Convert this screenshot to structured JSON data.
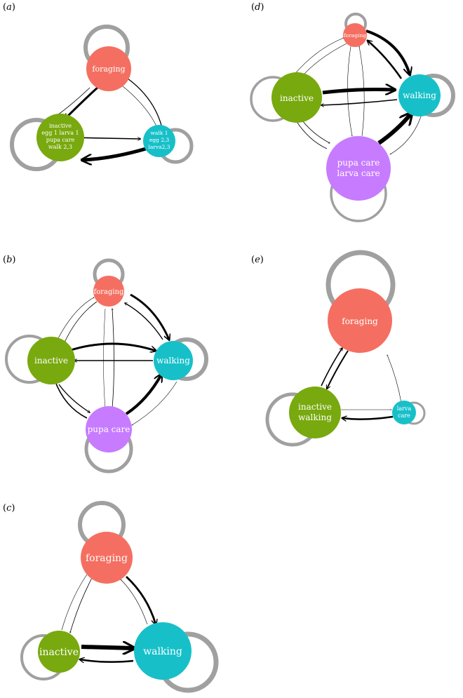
{
  "colors": {
    "foraging": "#f46f61",
    "inactive": "#78a90e",
    "walking": "#17c0c9",
    "care": "#c77bff",
    "loop": "#a0a0a0",
    "edge": "#000000"
  },
  "panels": [
    {
      "label": "a",
      "nodes": [
        {
          "id": "foraging",
          "lines": [
            "foraging"
          ]
        },
        {
          "id": "inactive",
          "lines": [
            "inactive",
            "egg 1 larva 1",
            "pupa care",
            "walk 2,3"
          ]
        },
        {
          "id": "walking",
          "lines": [
            "walk 1",
            "egg 2,3",
            "larva2,3"
          ]
        }
      ]
    },
    {
      "label": "b",
      "nodes": [
        {
          "id": "foraging",
          "lines": [
            "foraging"
          ]
        },
        {
          "id": "inactive",
          "lines": [
            "inactive"
          ]
        },
        {
          "id": "walking",
          "lines": [
            "walking"
          ]
        },
        {
          "id": "care",
          "lines": [
            "pupa care"
          ]
        }
      ]
    },
    {
      "label": "c",
      "nodes": [
        {
          "id": "foraging",
          "lines": [
            "foraging"
          ]
        },
        {
          "id": "inactive",
          "lines": [
            "inactive"
          ]
        },
        {
          "id": "walking",
          "lines": [
            "walking"
          ]
        }
      ]
    },
    {
      "label": "d",
      "nodes": [
        {
          "id": "foraging",
          "lines": [
            "foraging"
          ]
        },
        {
          "id": "inactive",
          "lines": [
            "inactive"
          ]
        },
        {
          "id": "walking",
          "lines": [
            "walking"
          ]
        },
        {
          "id": "care",
          "lines": [
            "pupa care",
            "larva care"
          ]
        }
      ]
    },
    {
      "label": "e",
      "nodes": [
        {
          "id": "foraging",
          "lines": [
            "foraging"
          ]
        },
        {
          "id": "inactive",
          "lines": [
            "inactive",
            "walking"
          ]
        },
        {
          "id": "care",
          "lines": [
            "larva",
            "care"
          ]
        }
      ]
    }
  ]
}
